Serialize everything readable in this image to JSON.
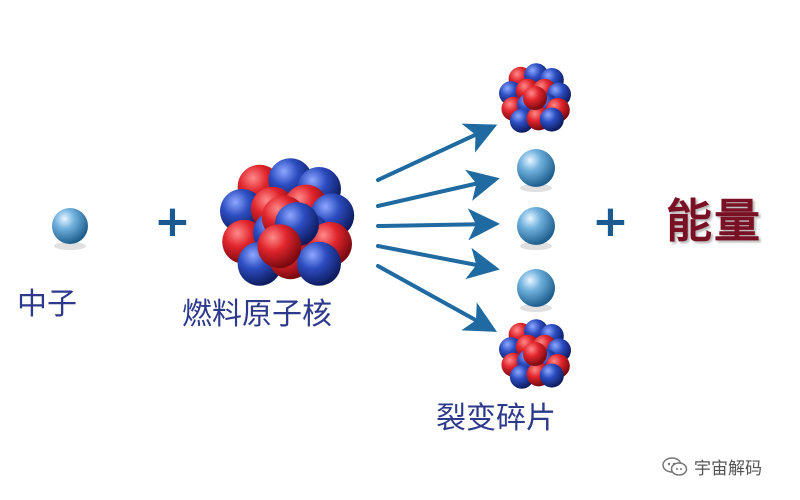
{
  "labels": {
    "neutron": "中子",
    "fuel_nucleus": "燃料原子核",
    "fission_fragments": "裂变碎片",
    "energy": "能量"
  },
  "operators": {
    "plus_1": "+",
    "plus_2": "+"
  },
  "watermark": {
    "text": "宇宙解码",
    "icon": "wechat-icon"
  },
  "colors": {
    "proton": "#d8232a",
    "neutron_particle": "#2a4bb0",
    "free_neutron": "#5aa0cf",
    "arrow": "#1f6aa0",
    "label_text": "#2d3a8c",
    "energy_text": "#7a1024"
  }
}
